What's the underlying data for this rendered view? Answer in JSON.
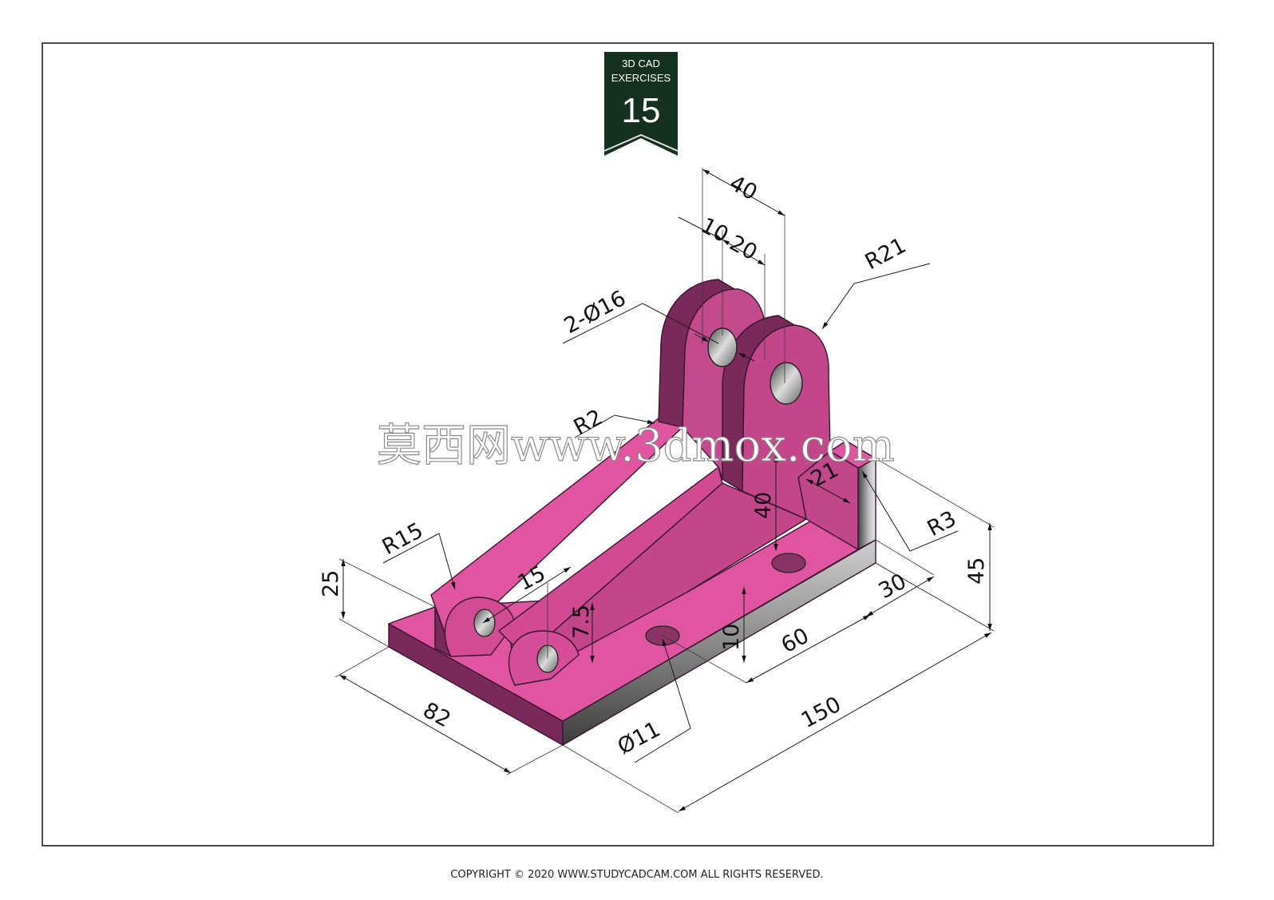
{
  "badge": {
    "line1": "3D CAD",
    "line2": "EXERCISES",
    "number": "15",
    "color": "#163020"
  },
  "watermark": "莫西网www.3dmox.com",
  "colors": {
    "part_top": "#e0559f",
    "part_side": "#b8477f",
    "part_dark": "#6a2550",
    "steel_side": "#7a7a7a",
    "frame": "#111111"
  },
  "dimensions": {
    "top_width_40": "40",
    "ear_10": "10",
    "ear_20": "20",
    "r21": "R21",
    "holes_top": "2-Ø16",
    "r2": "R2",
    "web_40": "40",
    "web_21": "21",
    "r3": "R3",
    "h45": "45",
    "r15": "R15",
    "h25": "25",
    "slot_15": "15",
    "slot_7_5": "7.5",
    "offset_10": "10",
    "d30": "30",
    "d60": "60",
    "w82": "82",
    "hole_d11": "Ø11",
    "len150": "150"
  },
  "footer": {
    "copyright": "COPYRIGHT © 2020 WWW.STUDYCADCAM.COM ALL RIGHTS RESERVED."
  }
}
